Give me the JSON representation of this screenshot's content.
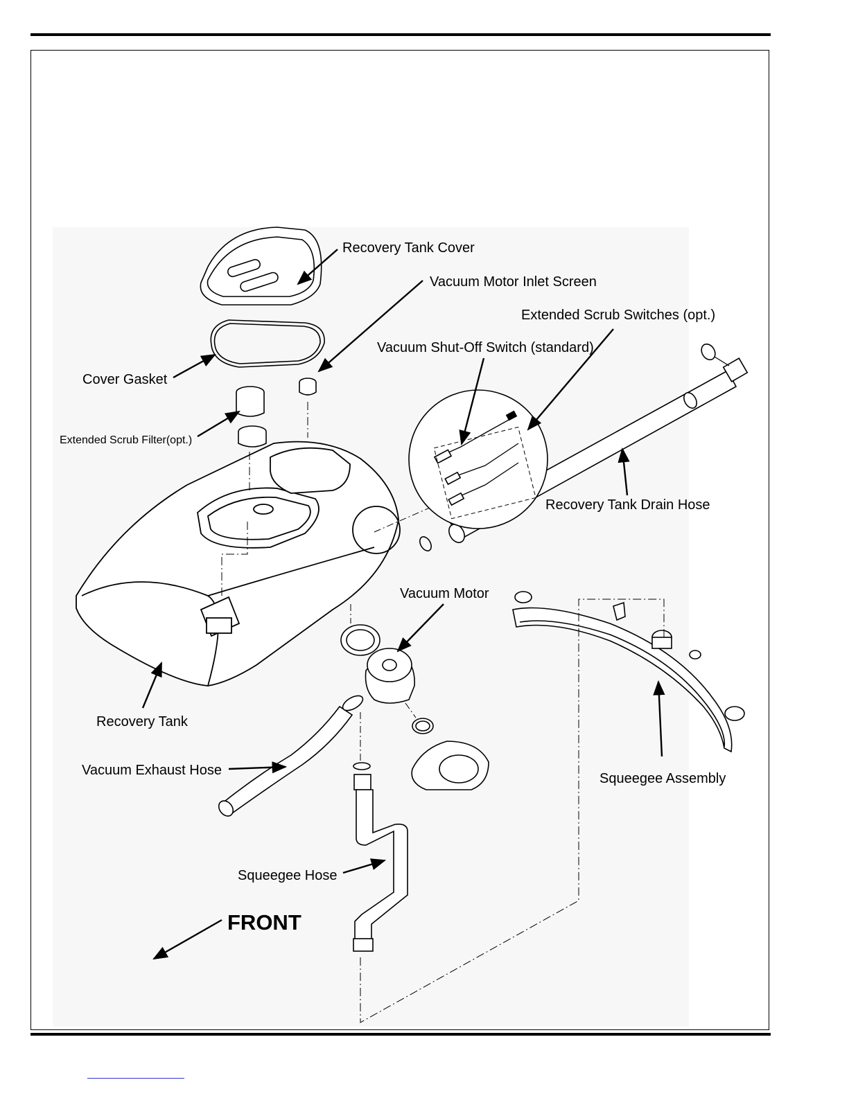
{
  "labels": {
    "recovery_tank_cover": "Recovery Tank Cover",
    "vacuum_motor_inlet_screen": "Vacuum Motor Inlet Screen",
    "extended_scrub_switches": "Extended Scrub Switches (opt.)",
    "vacuum_shutoff_switch": "Vacuum Shut-Off Switch (standard)",
    "cover_gasket": "Cover Gasket",
    "extended_scrub_filter": "Extended Scrub Filter(opt.)",
    "recovery_tank_drain_hose": "Recovery Tank Drain Hose",
    "vacuum_motor": "Vacuum Motor",
    "recovery_tank": "Recovery Tank",
    "vacuum_exhaust_hose": "Vacuum Exhaust Hose",
    "squeegee_assembly": "Squeegee Assembly",
    "squeegee_hose": "Squeegee Hose",
    "front": "FRONT"
  }
}
